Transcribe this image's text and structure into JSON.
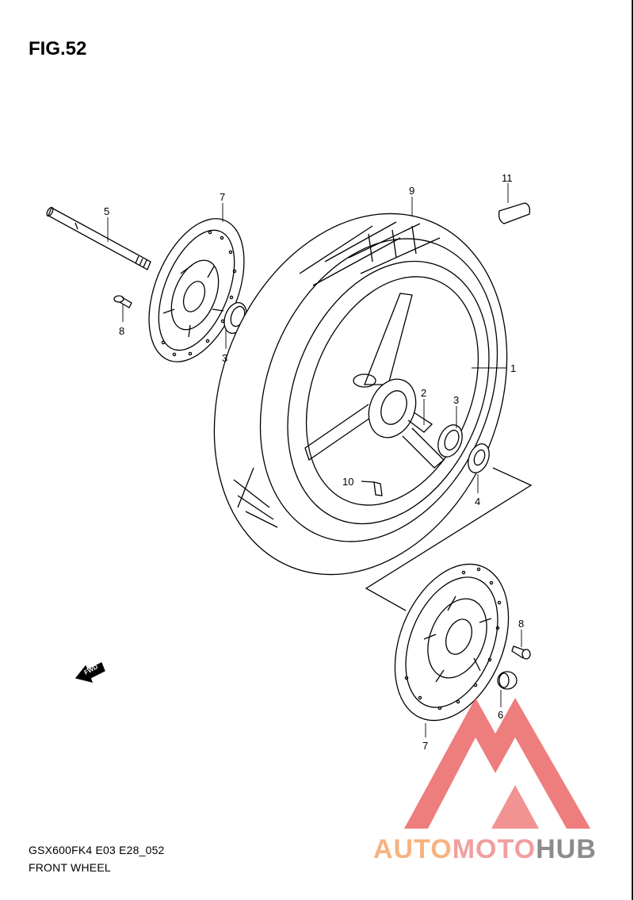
{
  "figure": {
    "title": "FIG.52"
  },
  "callouts": [
    {
      "key": "5",
      "text": "5"
    },
    {
      "key": "7a",
      "text": "7"
    },
    {
      "key": "8a",
      "text": "8"
    },
    {
      "key": "3a",
      "text": "3"
    },
    {
      "key": "9",
      "text": "9"
    },
    {
      "key": "11",
      "text": "11"
    },
    {
      "key": "1",
      "text": "1"
    },
    {
      "key": "2",
      "text": "2"
    },
    {
      "key": "3b",
      "text": "3"
    },
    {
      "key": "4",
      "text": "4"
    },
    {
      "key": "10",
      "text": "10"
    },
    {
      "key": "8b",
      "text": "8"
    },
    {
      "key": "6",
      "text": "6"
    },
    {
      "key": "7b",
      "text": "7"
    }
  ],
  "fwd_label": "FWD",
  "footer": {
    "model_code": "GSX600FK4 E03 E28_052",
    "section_name": "FRONT WHEEL"
  },
  "watermark": {
    "part1": "AUTO",
    "part2": "MOTO",
    "part3": "HUB",
    "logo": "triangle-mark"
  },
  "colors": {
    "line": "#000000",
    "watermark_red": "#e84b4b",
    "watermark_orange": "#f7b27e",
    "watermark_gray": "#8c8c8c"
  }
}
